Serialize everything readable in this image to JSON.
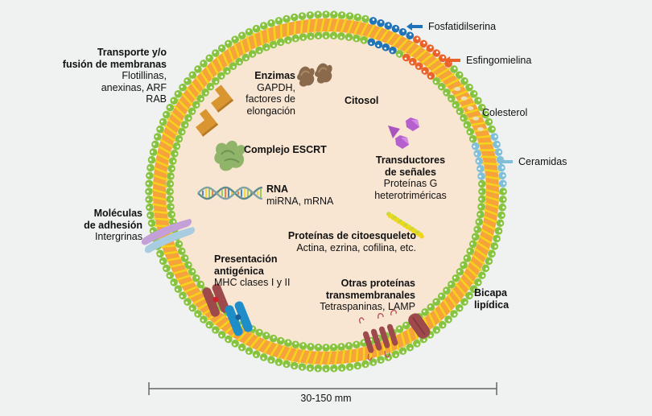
{
  "colors": {
    "background": "#f0f1f1",
    "cytosol": "#f8e6d3",
    "head_green": "#86c440",
    "head_blue": "#1f73b7",
    "head_orange": "#e8622a",
    "head_lightblue": "#7fc0d8",
    "tail_yellow": "#f5d21c",
    "tail_orange": "#f5a33a",
    "arrow_blue": "#2173b8",
    "arrow_orange": "#e8622a",
    "arrow_lightblue": "#7fc0d8"
  },
  "lipid_labels": {
    "fosfatidilserina": "Fosfatidilserina",
    "esfingomielina": "Esfingomielina",
    "colesterol": "Colesterol",
    "ceramidas": "Ceramidas"
  },
  "labels": {
    "transporte": {
      "title_1": "Transporte y/o",
      "title_2": "fusión de membranas",
      "sub_1": "Flotillinas,",
      "sub_2": "anexinas, ARF",
      "sub_3": "RAB"
    },
    "enzimas": {
      "title": "Enzimas",
      "sub_1": "GAPDH,",
      "sub_2": "factores de",
      "sub_3": "elongación"
    },
    "citosol": {
      "title": "Citosol"
    },
    "escrt": {
      "title": "Complejo ESCRT"
    },
    "transductores": {
      "title_1": "Transductores",
      "title_2": "de señales",
      "sub_1": "Proteínas G",
      "sub_2": "heterotriméricas"
    },
    "rna": {
      "title": "RNA",
      "sub": "miRNA, mRNA"
    },
    "adhesion": {
      "title_1": "Moléculas",
      "title_2": "de adhesión",
      "sub": "Intergrinas"
    },
    "citoesqueleto": {
      "title": "Proteínas de citoesqueleto",
      "sub": "Actina, ezrina, cofilina, etc."
    },
    "presentacion": {
      "title_1": "Presentación",
      "title_2": "antigénica",
      "sub": "MHC clases I y II"
    },
    "otras": {
      "title_1": "Otras proteínas",
      "title_2": "transmembranales",
      "sub": "Tetraspaninas, LAMP"
    },
    "bicapa": {
      "title_1": "Bicapa",
      "title_2": "lipídica"
    }
  },
  "scale_bar": {
    "label": "30-150 mm"
  }
}
